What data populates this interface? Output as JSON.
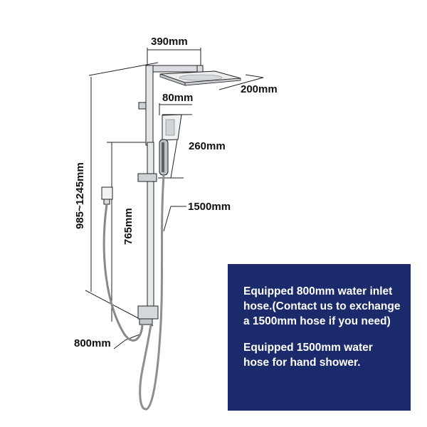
{
  "dimensions": {
    "width_top": "390mm",
    "head_depth": "200mm",
    "handset_width": "80mm",
    "handset_length": "260mm",
    "height_range": "985~1245mm",
    "hose_length": "1500mm",
    "lower_height": "765mm",
    "inlet_hose": "800mm"
  },
  "info": {
    "paragraph1": "Equipped 800mm water inlet hose.(Contact us to exchange a 1500mm hose if you need)",
    "paragraph2": "Equipped 1500mm water hose for hand shower."
  },
  "colors": {
    "info_background": "#1b2a6b",
    "info_text": "#ffffff",
    "chrome": "#d9dde1",
    "outline": "#222222"
  }
}
